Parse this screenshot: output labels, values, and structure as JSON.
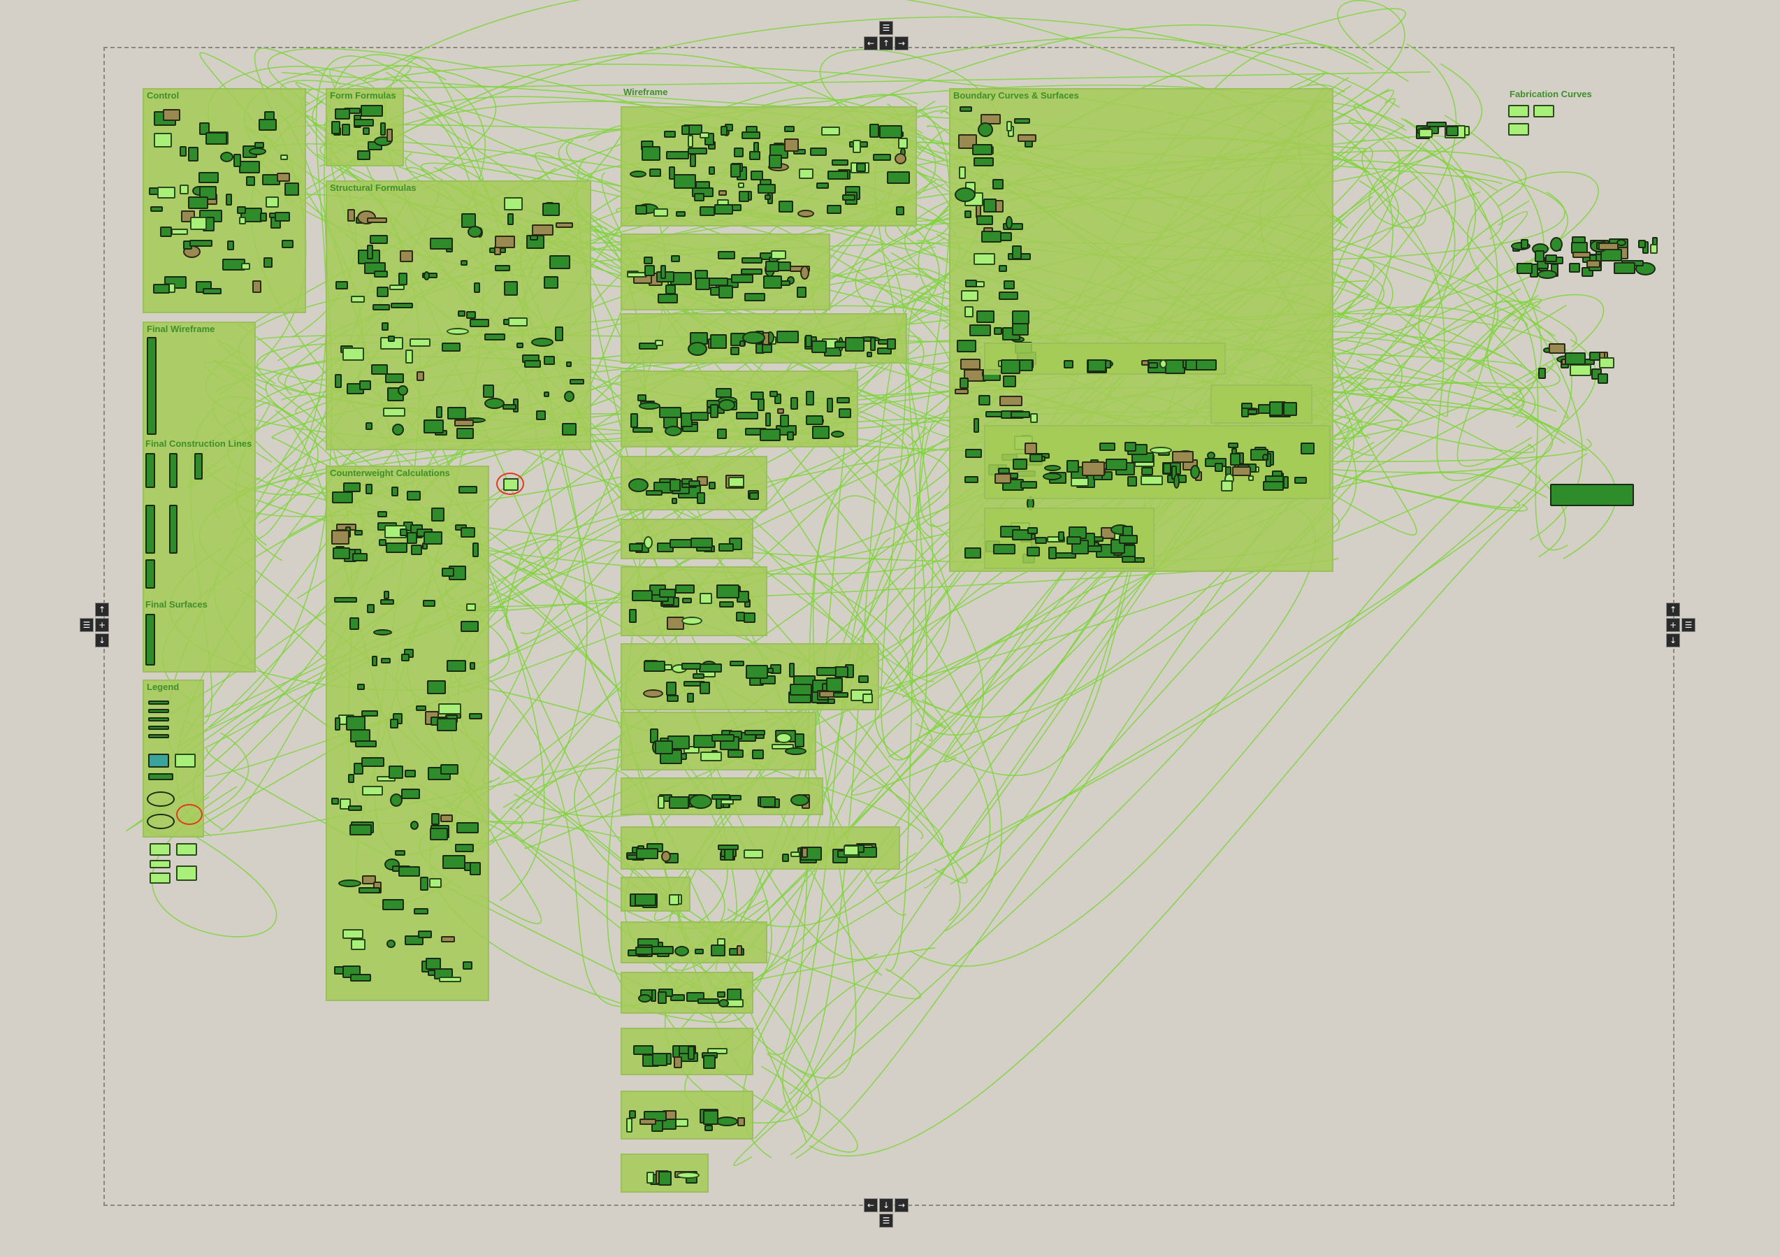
{
  "canvas": {
    "background": "#d4d0c8",
    "wire_color": "#7fd33a",
    "group_color": "#a3cb56",
    "title_color": "#3f8f2a"
  },
  "groups": {
    "control": "Control",
    "form_formulas": "Form Formulas",
    "structural_formulas": "Structural Formulas",
    "wireframe": "Wireframe",
    "boundary_curves_surfaces": "Boundary Curves & Surfaces",
    "fabrication_curves": "Fabrication Curves",
    "final_wireframe": "Final Wireframe",
    "final_construction_lines": "Final Construction Lines",
    "final_surfaces": "Final Surfaces",
    "legend": "Legend",
    "counterweight_calculations": "Counterweight Calculations"
  },
  "pan_controls": {
    "up": "↑",
    "down": "↓",
    "left": "←",
    "right": "→",
    "center": "+",
    "menu": "☰"
  }
}
